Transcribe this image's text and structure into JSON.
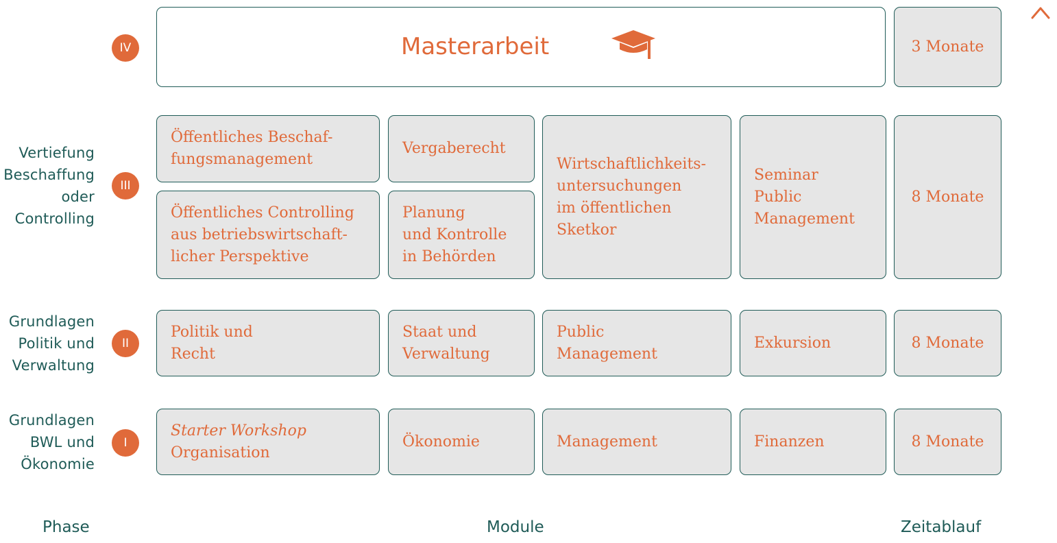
{
  "phases": [
    {
      "numeral": "IV",
      "label": []
    },
    {
      "numeral": "III",
      "label": [
        "Vertiefung",
        "Beschaffung",
        "oder",
        "Controlling"
      ]
    },
    {
      "numeral": "II",
      "label": [
        "Grundlagen",
        "Politik und",
        "Verwaltung"
      ]
    },
    {
      "numeral": "I",
      "label": [
        "Grundlagen",
        "BWL und",
        "Ökonomie"
      ]
    }
  ],
  "master": {
    "title": "Masterarbeit",
    "icon": "graduation-cap-icon"
  },
  "modules": {
    "phase3": [
      [
        "Öffentliches Beschaf-",
        "fungsmanagement"
      ],
      [
        "Vergaberecht"
      ],
      [
        "Öffentliches Controlling",
        "aus betriebswirtschaft-",
        "licher Perspektive"
      ],
      [
        "Planung",
        "und Kontrolle",
        "in Behörden"
      ],
      [
        "Wirtschaftlichkeits-",
        "untersuchungen",
        "im öffentlichen",
        "Sketkor"
      ],
      [
        "Seminar",
        "Public",
        "Management"
      ]
    ],
    "phase2": [
      [
        "Politik und",
        "Recht"
      ],
      [
        "Staat und",
        "Verwaltung"
      ],
      [
        "Public",
        "Management"
      ],
      [
        "Exkursion"
      ]
    ],
    "phase1": [
      [
        "Starter Workshop",
        "Organisation"
      ],
      [
        "Ökonomie"
      ],
      [
        "Management"
      ],
      [
        "Finanzen"
      ]
    ]
  },
  "durations": [
    "3 Monate",
    "8 Monate",
    "8 Monate",
    "8 Monate"
  ],
  "footer": {
    "phase": "Phase",
    "modules": "Module",
    "timeline": "Zeitablauf"
  },
  "colors": {
    "accent": "#e06a3a",
    "teal": "#1f5b57",
    "box_fill": "#e6e6e6"
  }
}
